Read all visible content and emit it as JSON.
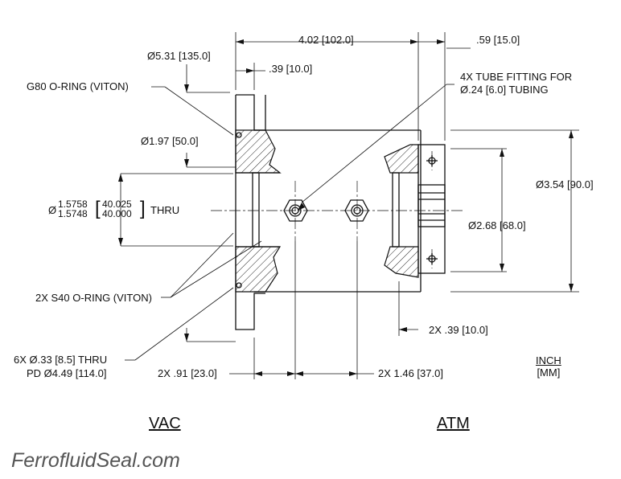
{
  "dimensions": {
    "length_total": "4.02 [102.0]",
    "length_right": ".59 [15.0]",
    "flange_od": "Ø5.31 [135.0]",
    "flange_thk": ".39 [10.0]",
    "oring_g80": "G80 O-RING (VITON)",
    "tube_fitting_1": "4X TUBE FITTING FOR",
    "tube_fitting_2": "Ø.24 [6.0] TUBING",
    "pilot_dia": "Ø1.97 [50.0]",
    "body_dia": "Ø3.54 [90.0]",
    "bore_prefix": "Ø",
    "bore_max": "1.5758",
    "bore_min": "1.5748",
    "bore_mm_max": "40.025",
    "bore_mm_min": "40.000",
    "bore_thru": "THRU",
    "housing_dia": "Ø2.68 [68.0]",
    "oring_s40": "2X S40 O-RING (VITON)",
    "right_thk": "2X .39 [10.0]",
    "holes_1": "6X Ø.33 [8.5] THRU",
    "holes_2": "PD Ø4.49 [114.0]",
    "fit_left": "2X .91 [23.0]",
    "fit_spacing": "2X 1.46 [37.0]"
  },
  "units": {
    "top": "INCH",
    "bottom": "[MM]"
  },
  "sides": {
    "left": "VAC",
    "right": "ATM"
  },
  "brand": "FerrofluidSeal.com"
}
